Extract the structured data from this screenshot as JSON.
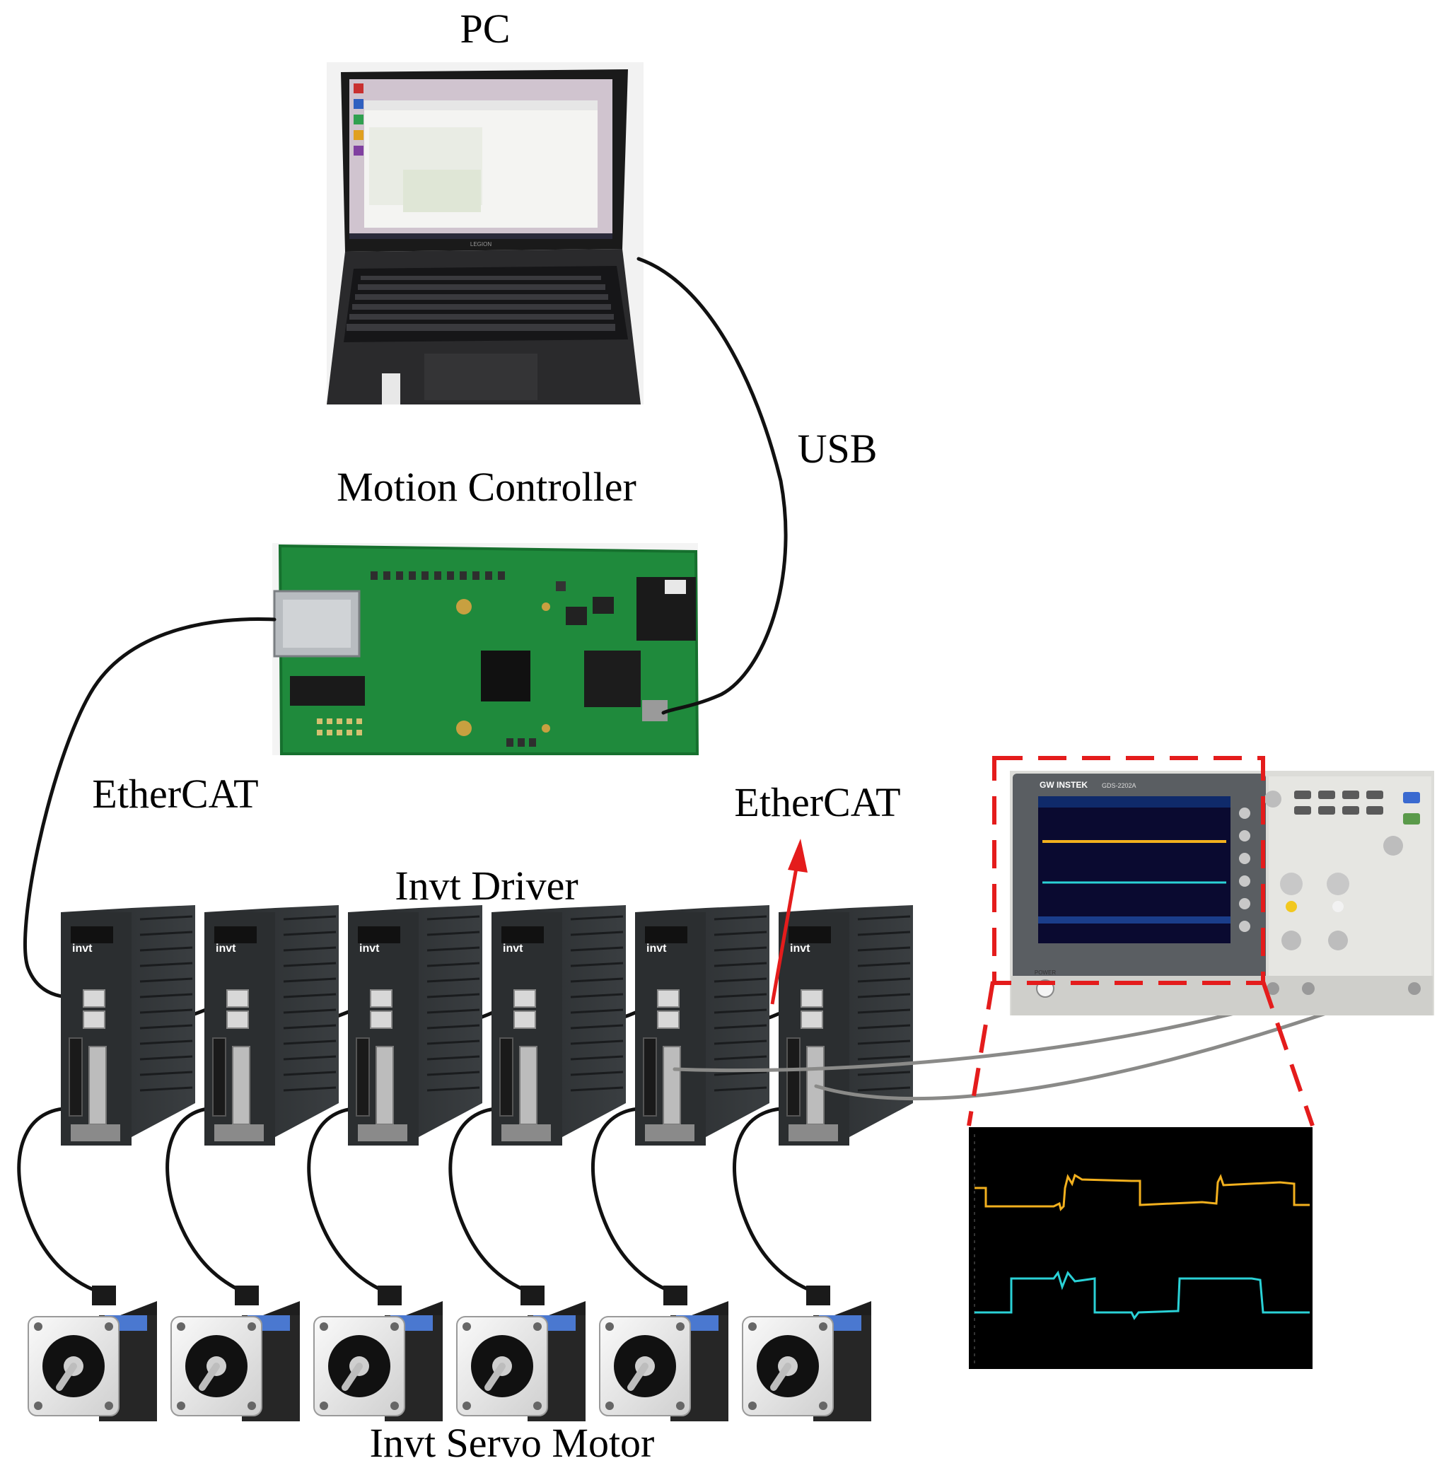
{
  "labels": {
    "pc": "PC",
    "usb": "USB",
    "motion_controller": "Motion Controller",
    "ethercat_left": "EtherCAT",
    "ethercat_right": "EtherCAT",
    "invt_driver": "Invt Driver",
    "invt_servo_motor": "Invt Servo Motor"
  },
  "laptop": {
    "brand_text": "LEGION"
  },
  "driver": {
    "brand_text": "invt",
    "count": 6
  },
  "motor": {
    "count": 6
  },
  "oscilloscope": {
    "brand_text": "GW INSTEK",
    "model_text": "GDS-2202A",
    "power_text": "POWER"
  },
  "colors": {
    "cable": "#111111",
    "probe_cable": "#8a8a88",
    "callout": "#e41c1c",
    "arrow": "#e41c1c",
    "pcb": "#1f8a3c",
    "driver_body": "#2b2e30",
    "motor_body": "#1e1e1e",
    "motor_flange": "#e9e9e9",
    "scope_screen": "#000000",
    "trace_ch1": "#f2b01e",
    "trace_ch2": "#2ad1d6"
  }
}
